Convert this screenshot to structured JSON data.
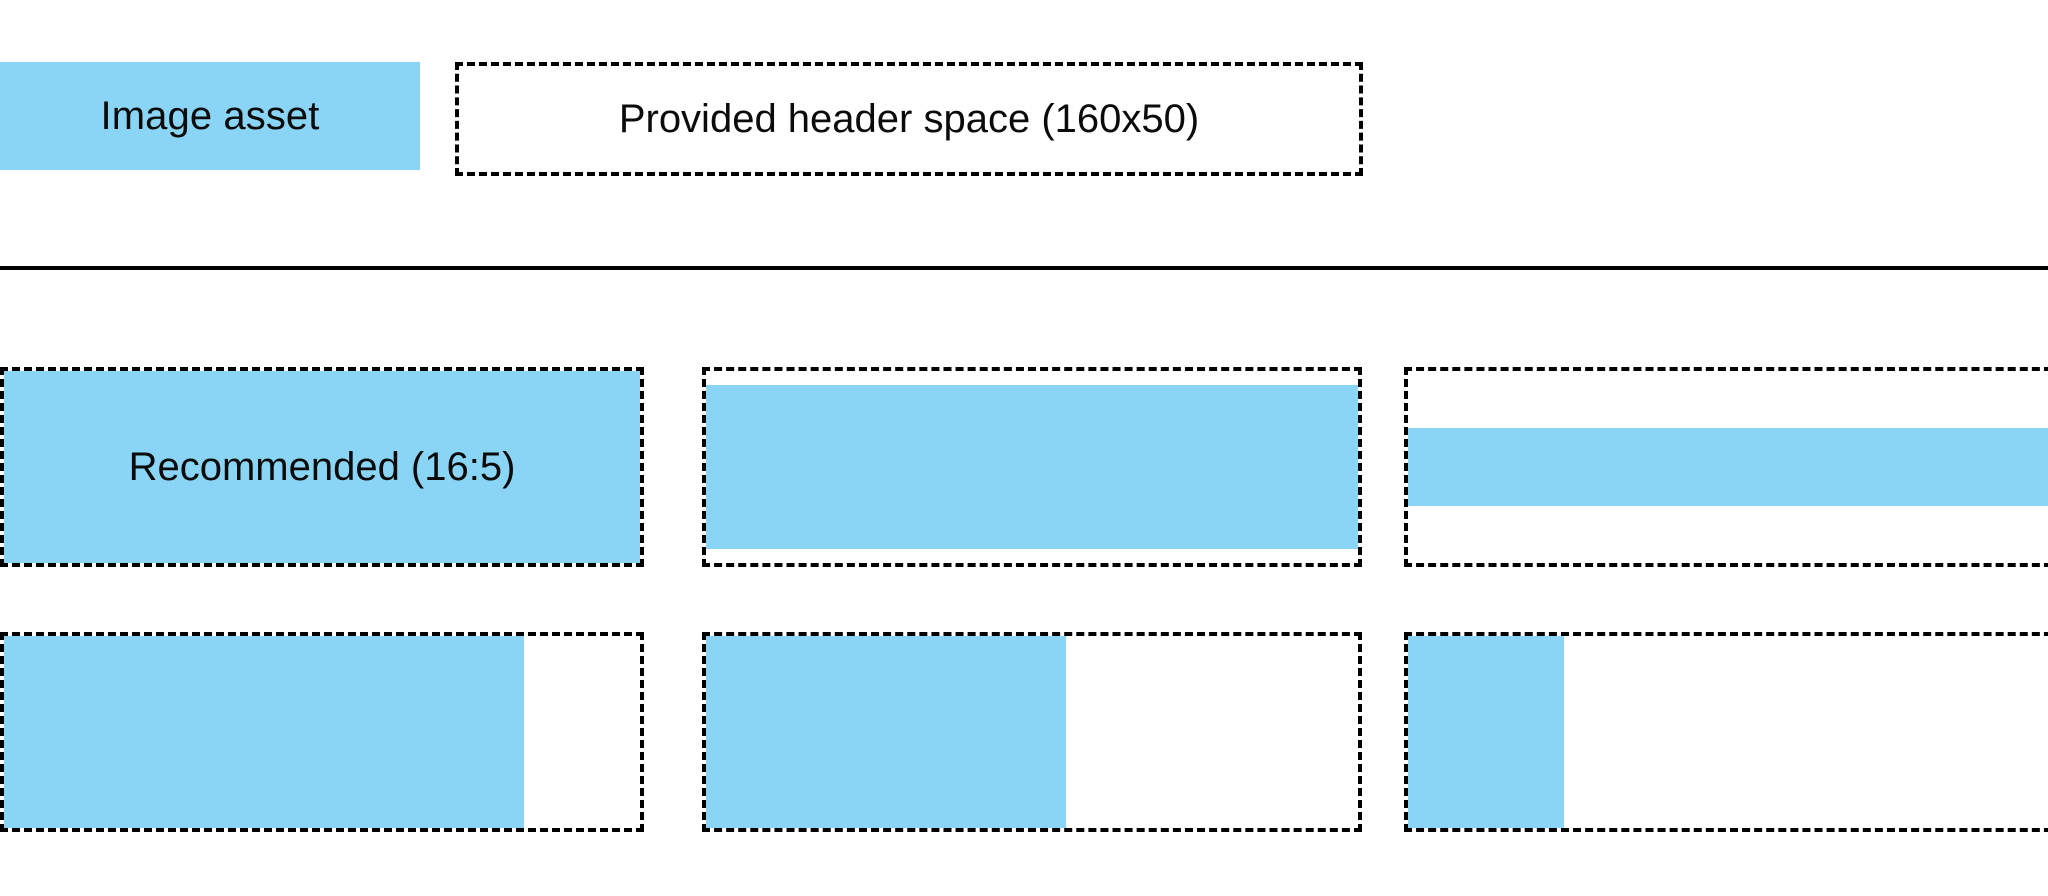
{
  "page": {
    "background_color": "#ffffff",
    "accent_color": "#8ad5f6",
    "stroke_color": "#000000"
  },
  "header": {
    "swatch": {
      "label": "Image asset",
      "fill_color": "#8ad5f6"
    },
    "slot": {
      "label": "Provided header space (160x50)",
      "border_style": "dashed"
    }
  },
  "divider": {
    "color": "#000000"
  },
  "specimens": {
    "rows": [
      {
        "cells": [
          {
            "caption": "Recommended (16:5)",
            "fill_mode": "full",
            "fill_color": "#8ad5f6"
          },
          {
            "caption": "",
            "fill_mode": "inset-vertical",
            "fill_color": "#8ad5f6"
          },
          {
            "caption": "",
            "fill_mode": "band",
            "fill_color": "#8ad5f6"
          }
        ]
      },
      {
        "cells": [
          {
            "caption": "",
            "fill_mode": "width-80",
            "fill_color": "#8ad5f6"
          },
          {
            "caption": "",
            "fill_mode": "width-55",
            "fill_color": "#8ad5f6"
          },
          {
            "caption": "",
            "fill_mode": "width-24",
            "fill_color": "#8ad5f6"
          }
        ]
      }
    ]
  }
}
